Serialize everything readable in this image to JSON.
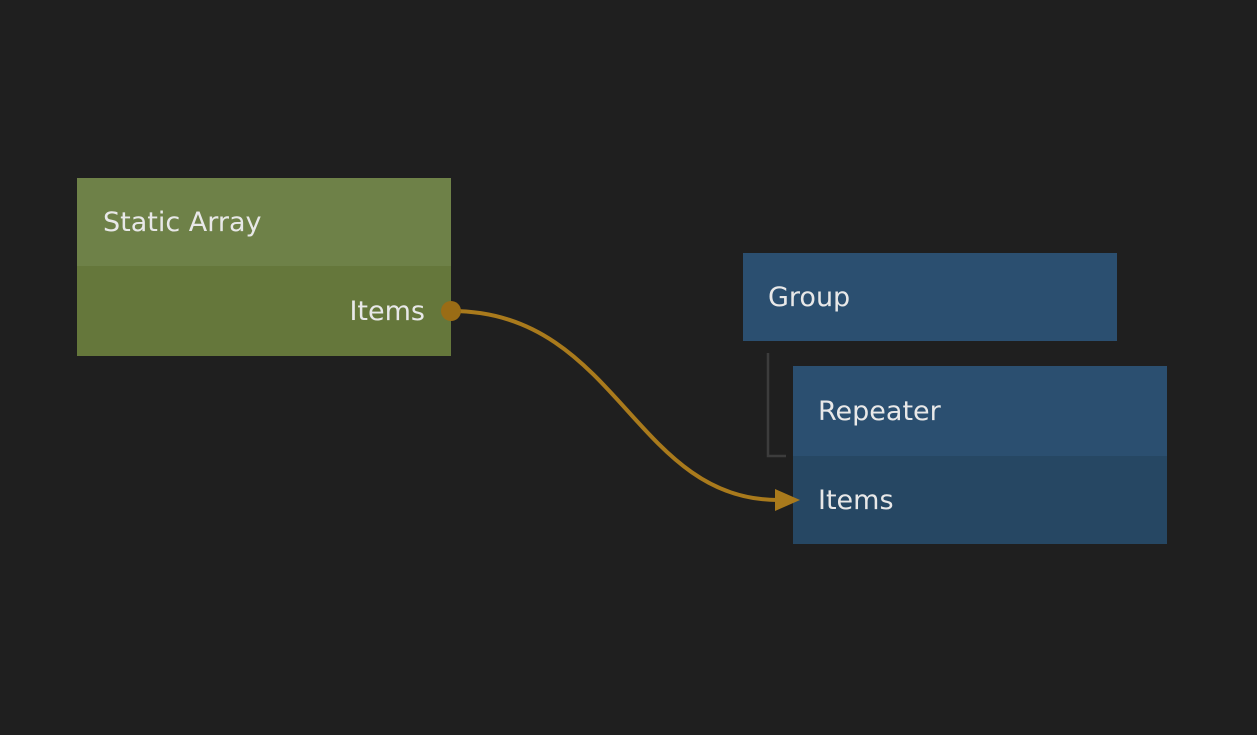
{
  "canvas": {
    "background": "#1f1f1f"
  },
  "colors": {
    "green_node_header": "#6e8148",
    "green_node_body": "#65773b",
    "blue_node_header": "#2b4f70",
    "blue_node_body": "#264763",
    "wire": "#a97a1c",
    "port": "#9a6c15",
    "child_connector": "#3c3c3c",
    "text": "#e8e8e8"
  },
  "nodes": {
    "static_array": {
      "title": "Static Array",
      "output_label": "Items"
    },
    "group": {
      "title": "Group"
    },
    "repeater": {
      "title": "Repeater",
      "input_label": "Items"
    }
  },
  "connection": {
    "from": "Static Array.Items",
    "to": "Repeater.Items"
  }
}
